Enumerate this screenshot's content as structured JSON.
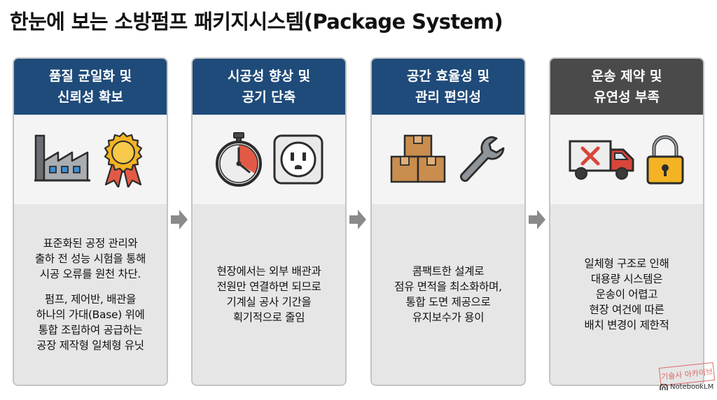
{
  "title": "한눈에 보는 소방펌프 패키지시스템(Package System)",
  "cards": [
    {
      "header_lines": [
        "품질 균일화 및",
        "신뢰성 확보"
      ],
      "header_color": "#1f4b7a",
      "icons": [
        "factory-icon",
        "award-medal-icon"
      ],
      "paragraphs": [
        [
          "표준화된 공정 관리와",
          "출하 전 성능 시험을 통해",
          "시공 오류를 원천 차단."
        ],
        [
          "펌프, 제어반, 배관을",
          "하나의 가대(Base) 위에",
          "통합 조립하여 공급하는",
          "공장 제작형 일체형 유닛"
        ]
      ]
    },
    {
      "header_lines": [
        "시공성 향상 및",
        "공기 단축"
      ],
      "header_color": "#1f4b7a",
      "icons": [
        "stopwatch-icon",
        "power-outlet-icon"
      ],
      "paragraphs": [
        [
          "현장에서는 외부 배관과",
          "전원만 연결하면 되므로",
          "기계실 공사 기간을",
          "획기적으로 줄임"
        ]
      ]
    },
    {
      "header_lines": [
        "공간 효율성 및",
        "관리 편의성"
      ],
      "header_color": "#1f4b7a",
      "icons": [
        "boxes-icon",
        "wrench-icon"
      ],
      "paragraphs": [
        [
          "콤팩트한 설계로",
          "점유 면적을 최소화하며,",
          "통합 도면 제공으로",
          "유지보수가 용이"
        ]
      ]
    },
    {
      "header_lines": [
        "운송 제약 및",
        "유연성 부족"
      ],
      "header_color": "#4a4a4a",
      "icons": [
        "truck-blocked-icon",
        "padlock-icon"
      ],
      "paragraphs": [
        [
          "일체형 구조로 인해",
          "대용량 시스템은",
          "운송이 어렵고",
          "현장 여건에 따른",
          "배치 변경이 제한적"
        ]
      ]
    }
  ],
  "footer": {
    "stamp_text": "기술사 아카이브",
    "brand": "NotebookLM"
  }
}
